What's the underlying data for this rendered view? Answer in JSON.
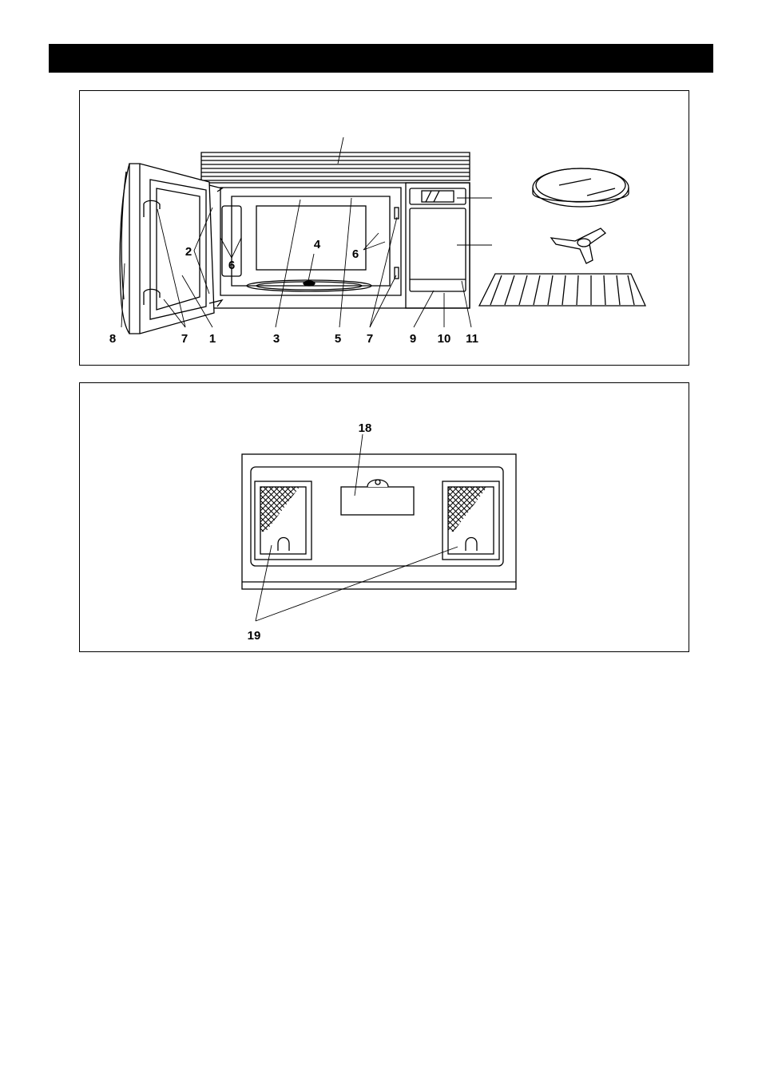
{
  "header": {
    "title": ""
  },
  "figure_top": {
    "callouts": {
      "c1": "1",
      "c2": "2",
      "c3": "3",
      "c4": "4",
      "c5": "5",
      "c6a": "6",
      "c6b": "6",
      "c7a": "7",
      "c7b": "7",
      "c8": "8",
      "c9": "9",
      "c10": "10",
      "c11": "11"
    }
  },
  "figure_bottom": {
    "callouts": {
      "c18": "18",
      "c19": "19"
    }
  }
}
